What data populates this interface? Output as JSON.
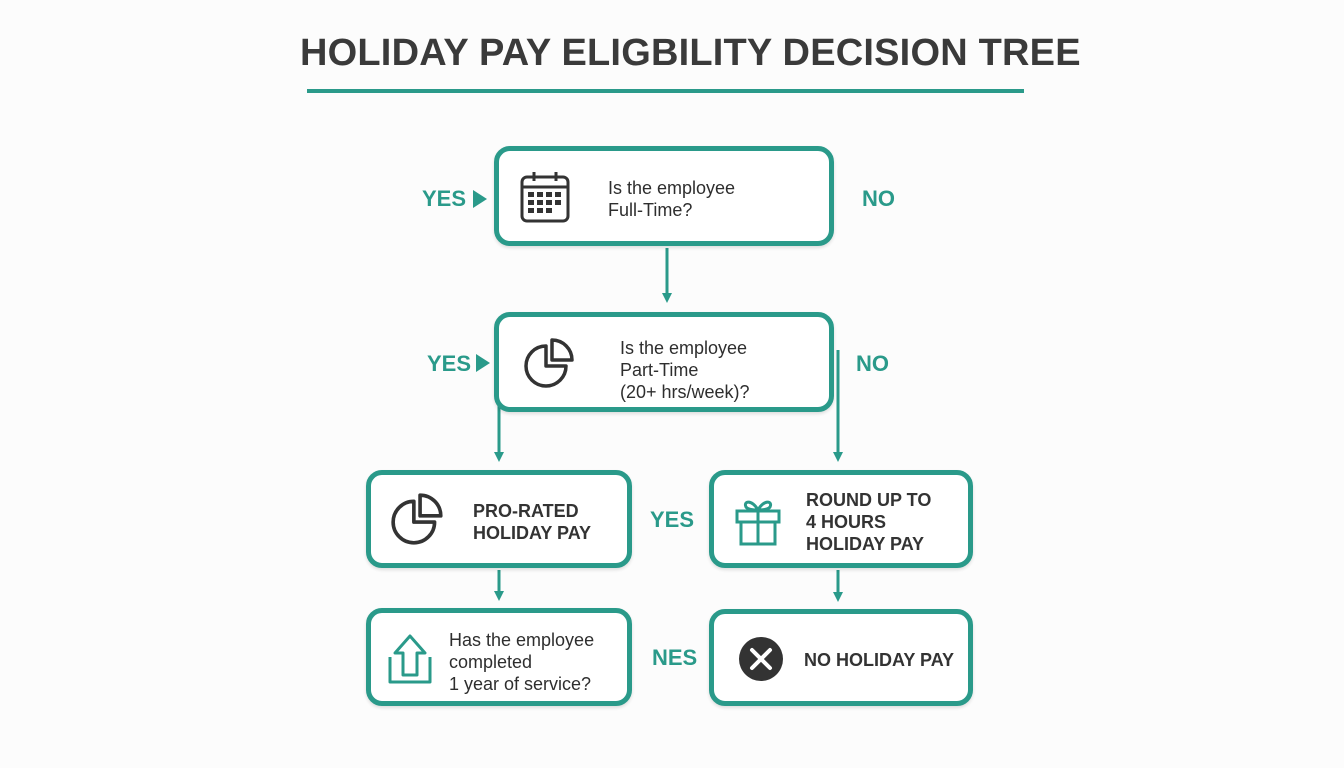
{
  "title": "HOLIDAY PAY ELIGBILITY DECISION TREE",
  "colors": {
    "accent": "#2a9a8a",
    "text": "#333333",
    "background": "#fcfcfc"
  },
  "nodes": {
    "full_time": {
      "text": "Is the employee\nFull-Time?",
      "icon": "calendar-icon"
    },
    "part_time": {
      "text": "Is the employee\nPart-Time\n(20+ hrs/week)?",
      "icon": "pie-chart-icon"
    },
    "pro_rated": {
      "text": "PRO-RATED\nHOLIDAY PAY",
      "icon": "pie-chart-icon"
    },
    "round_up": {
      "text": "ROUND UP TO\n4 HOURS\nHOLIDAY PAY",
      "icon": "gift-icon"
    },
    "service": {
      "text": "Has the employee\ncompleted\n1 year of service?",
      "icon": "upload-arrow-icon"
    },
    "no_pay": {
      "text": "NO HOLIDAY PAY",
      "icon": "close-circle-icon"
    }
  },
  "labels": {
    "full_time_yes": "YES",
    "full_time_no": "NO",
    "part_time_yes": "YES",
    "part_time_no": "NO",
    "middle_yes": "YES",
    "bottom_label": "NES"
  }
}
